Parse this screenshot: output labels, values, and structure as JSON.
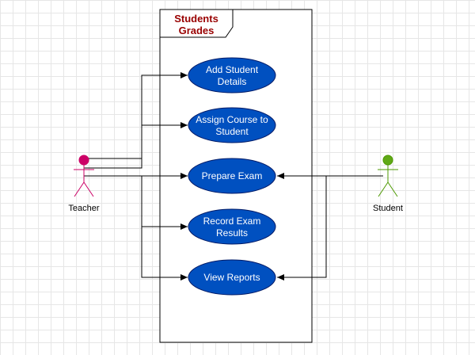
{
  "frame": {
    "title_line1": "Students",
    "title_line2": "Grades",
    "title_color": "#990000"
  },
  "use_cases": [
    {
      "lines": [
        "Add Student",
        "Details"
      ]
    },
    {
      "lines": [
        "Assign Course to",
        "Student"
      ]
    },
    {
      "lines": [
        "Prepare Exam"
      ]
    },
    {
      "lines": [
        "Record Exam",
        "Results"
      ]
    },
    {
      "lines": [
        "View Reports"
      ]
    }
  ],
  "actors": {
    "teacher": {
      "label": "Teacher",
      "color": "#cc0066"
    },
    "student": {
      "label": "Student",
      "color": "#4d9900"
    }
  },
  "colors": {
    "use_case_fill": "#0050c0",
    "use_case_stroke": "#001a66",
    "use_case_text": "#ffffff",
    "line": "#000000"
  }
}
